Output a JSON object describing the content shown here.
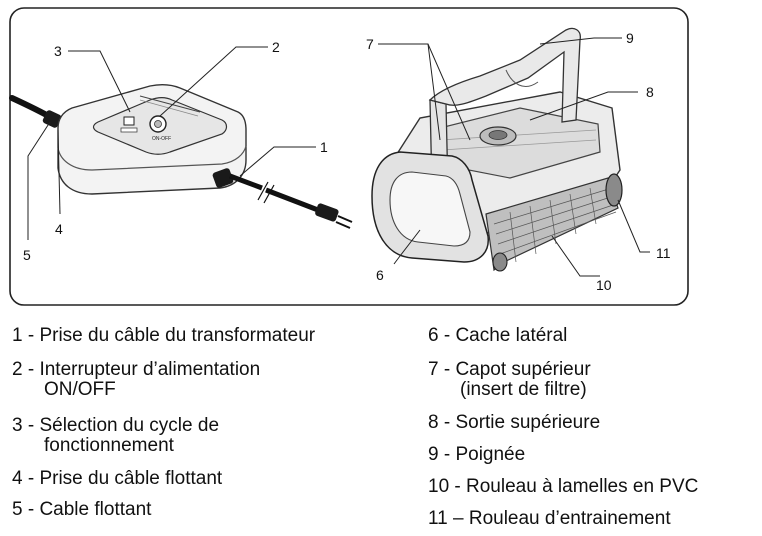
{
  "callouts": {
    "c1": "1",
    "c2": "2",
    "c3": "3",
    "c4": "4",
    "c5": "5",
    "c6": "6",
    "c7": "7",
    "c8": "8",
    "c9": "9",
    "c10": "10",
    "c11": "11"
  },
  "device_text": {
    "switch_label": "ON-OFF"
  },
  "legend_left": [
    {
      "line1": "1 - Prise du câble du transformateur"
    },
    {
      "line1": "2 - Interrupteur d’alimentation",
      "line2": "ON/OFF"
    },
    {
      "line1": "3 - Sélection du cycle de",
      "line2": "fonctionnement"
    },
    {
      "line1": "4 - Prise du câble flottant"
    },
    {
      "line1": "5 - Cable flottant"
    }
  ],
  "legend_right": [
    {
      "line1": "6 - Cache latéral"
    },
    {
      "line1": "7 -  Capot supérieur",
      "line2": "(insert de filtre)"
    },
    {
      "line1": "8 -  Sortie supérieure"
    },
    {
      "line1": "9 - Poignée"
    },
    {
      "line1": "10 - Rouleau à lamelles en PVC"
    },
    {
      "line1": "11 – Rouleau d’entrainement"
    }
  ]
}
